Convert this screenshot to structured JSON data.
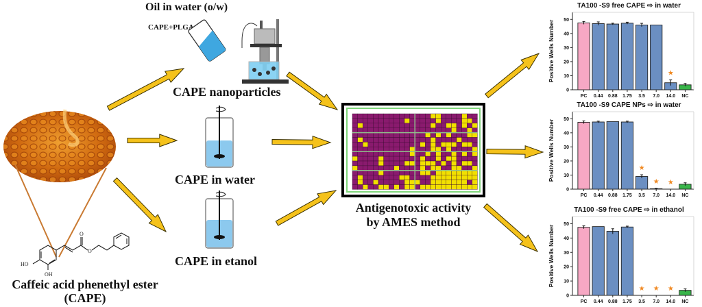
{
  "labels": {
    "oil_in_water": "Oil in water (o/w)",
    "cape_plga": "CAPE+PLGA",
    "cape_nanoparticles": "CAPE nanoparticles",
    "cape_in_water": "CAPE in water",
    "cape_in_etanol": "CAPE in etanol",
    "antigenotoxic_line1": "Antigenotoxic activity",
    "antigenotoxic_line2": "by AMES method",
    "compound_line1": "Caffeic acid phenethyl ester",
    "compound_line2": "(CAPE)",
    "ho": "HO",
    "oh": "OH",
    "o": "O"
  },
  "colors": {
    "arrow_fill": "#f5c21b",
    "arrow_stroke": "#3a3000",
    "honey": "#c9620f",
    "cone_line": "#c97a32",
    "water": "#5ab8ea",
    "plate_purple": "#8a1a6e",
    "plate_yellow": "#f2e000",
    "plate_green": "#7fd67a",
    "bar_pc": "#f7a8c4",
    "bar_sample": "#6b8fc2",
    "bar_nc": "#39b54a",
    "star": "#f08a24"
  },
  "plate": {
    "rows": 16,
    "cols": 24,
    "positive_pattern": [
      "000000000000000110000100",
      "000000000010000010000110",
      "010000000000000100110101",
      "000000000000000000010010",
      "000000000000001010100011",
      "010000000000000100001000",
      "001000000000010101110110",
      "000000000001000110100001",
      "000000000001001010010101",
      "100001000000010010110000",
      "000001000011011101010110",
      "100000001000010110011001",
      "000001000000011011111111",
      "010000000110000111111111",
      "010010000011100111111101",
      "001001101011011111111111"
    ]
  },
  "chart_data": [
    {
      "type": "bar",
      "title": "TA100 -S9 free CAPE ⇨ in water",
      "xlabel": "",
      "ylabel": "Positive Wells Number",
      "categories": [
        "PC",
        "0.44",
        "0.88",
        "1.75",
        "3.5",
        "7.0",
        "14.0",
        "NC"
      ],
      "values": [
        47.5,
        47,
        46.7,
        47.3,
        46,
        46,
        5,
        3.5
      ],
      "errors": [
        1,
        1.2,
        0.6,
        0.7,
        1.2,
        0,
        2,
        1
      ],
      "significant": [
        false,
        false,
        false,
        false,
        false,
        false,
        true,
        false
      ],
      "bar_roles": [
        "pc",
        "sample",
        "sample",
        "sample",
        "sample",
        "sample",
        "sample",
        "nc"
      ],
      "ylim": [
        0,
        55
      ],
      "yticks": [
        0,
        10,
        20,
        30,
        40,
        50
      ],
      "grid": false,
      "legend": "none"
    },
    {
      "type": "bar",
      "title": "TA100 -S9 CAPE NPs ⇨ in water",
      "xlabel": "",
      "ylabel": "Positive Wells Number",
      "categories": [
        "PC",
        "0.44",
        "0.88",
        "1.75",
        "3.5",
        "7.0",
        "14.0",
        "NC"
      ],
      "values": [
        47.5,
        47.7,
        48,
        47.7,
        9,
        0.3,
        0,
        3.5
      ],
      "errors": [
        1,
        0.6,
        0,
        0.6,
        1.2,
        0.3,
        0,
        1
      ],
      "significant": [
        false,
        false,
        false,
        false,
        true,
        true,
        true,
        false
      ],
      "bar_roles": [
        "pc",
        "sample",
        "sample",
        "sample",
        "sample",
        "sample",
        "sample",
        "nc"
      ],
      "ylim": [
        0,
        55
      ],
      "yticks": [
        0,
        10,
        20,
        30,
        40,
        50
      ],
      "grid": false,
      "legend": "none"
    },
    {
      "type": "bar",
      "title": "TA100 -S9 free CAPE ⇨ in ethanol",
      "xlabel": "",
      "ylabel": "Positive Wells Number",
      "categories": [
        "PC",
        "0.44",
        "0.88",
        "1.75",
        "3.5",
        "7.0",
        "14.0",
        "NC"
      ],
      "values": [
        47.5,
        48,
        44.7,
        47.7,
        0,
        0,
        0,
        3.5
      ],
      "errors": [
        1,
        0,
        1.8,
        0.6,
        0,
        0,
        0,
        1
      ],
      "significant": [
        false,
        false,
        false,
        false,
        true,
        true,
        true,
        false
      ],
      "bar_roles": [
        "pc",
        "sample",
        "sample",
        "sample",
        "sample",
        "sample",
        "sample",
        "nc"
      ],
      "ylim": [
        0,
        55
      ],
      "yticks": [
        0,
        10,
        20,
        30,
        40,
        50
      ],
      "grid": false,
      "legend": "none"
    }
  ]
}
